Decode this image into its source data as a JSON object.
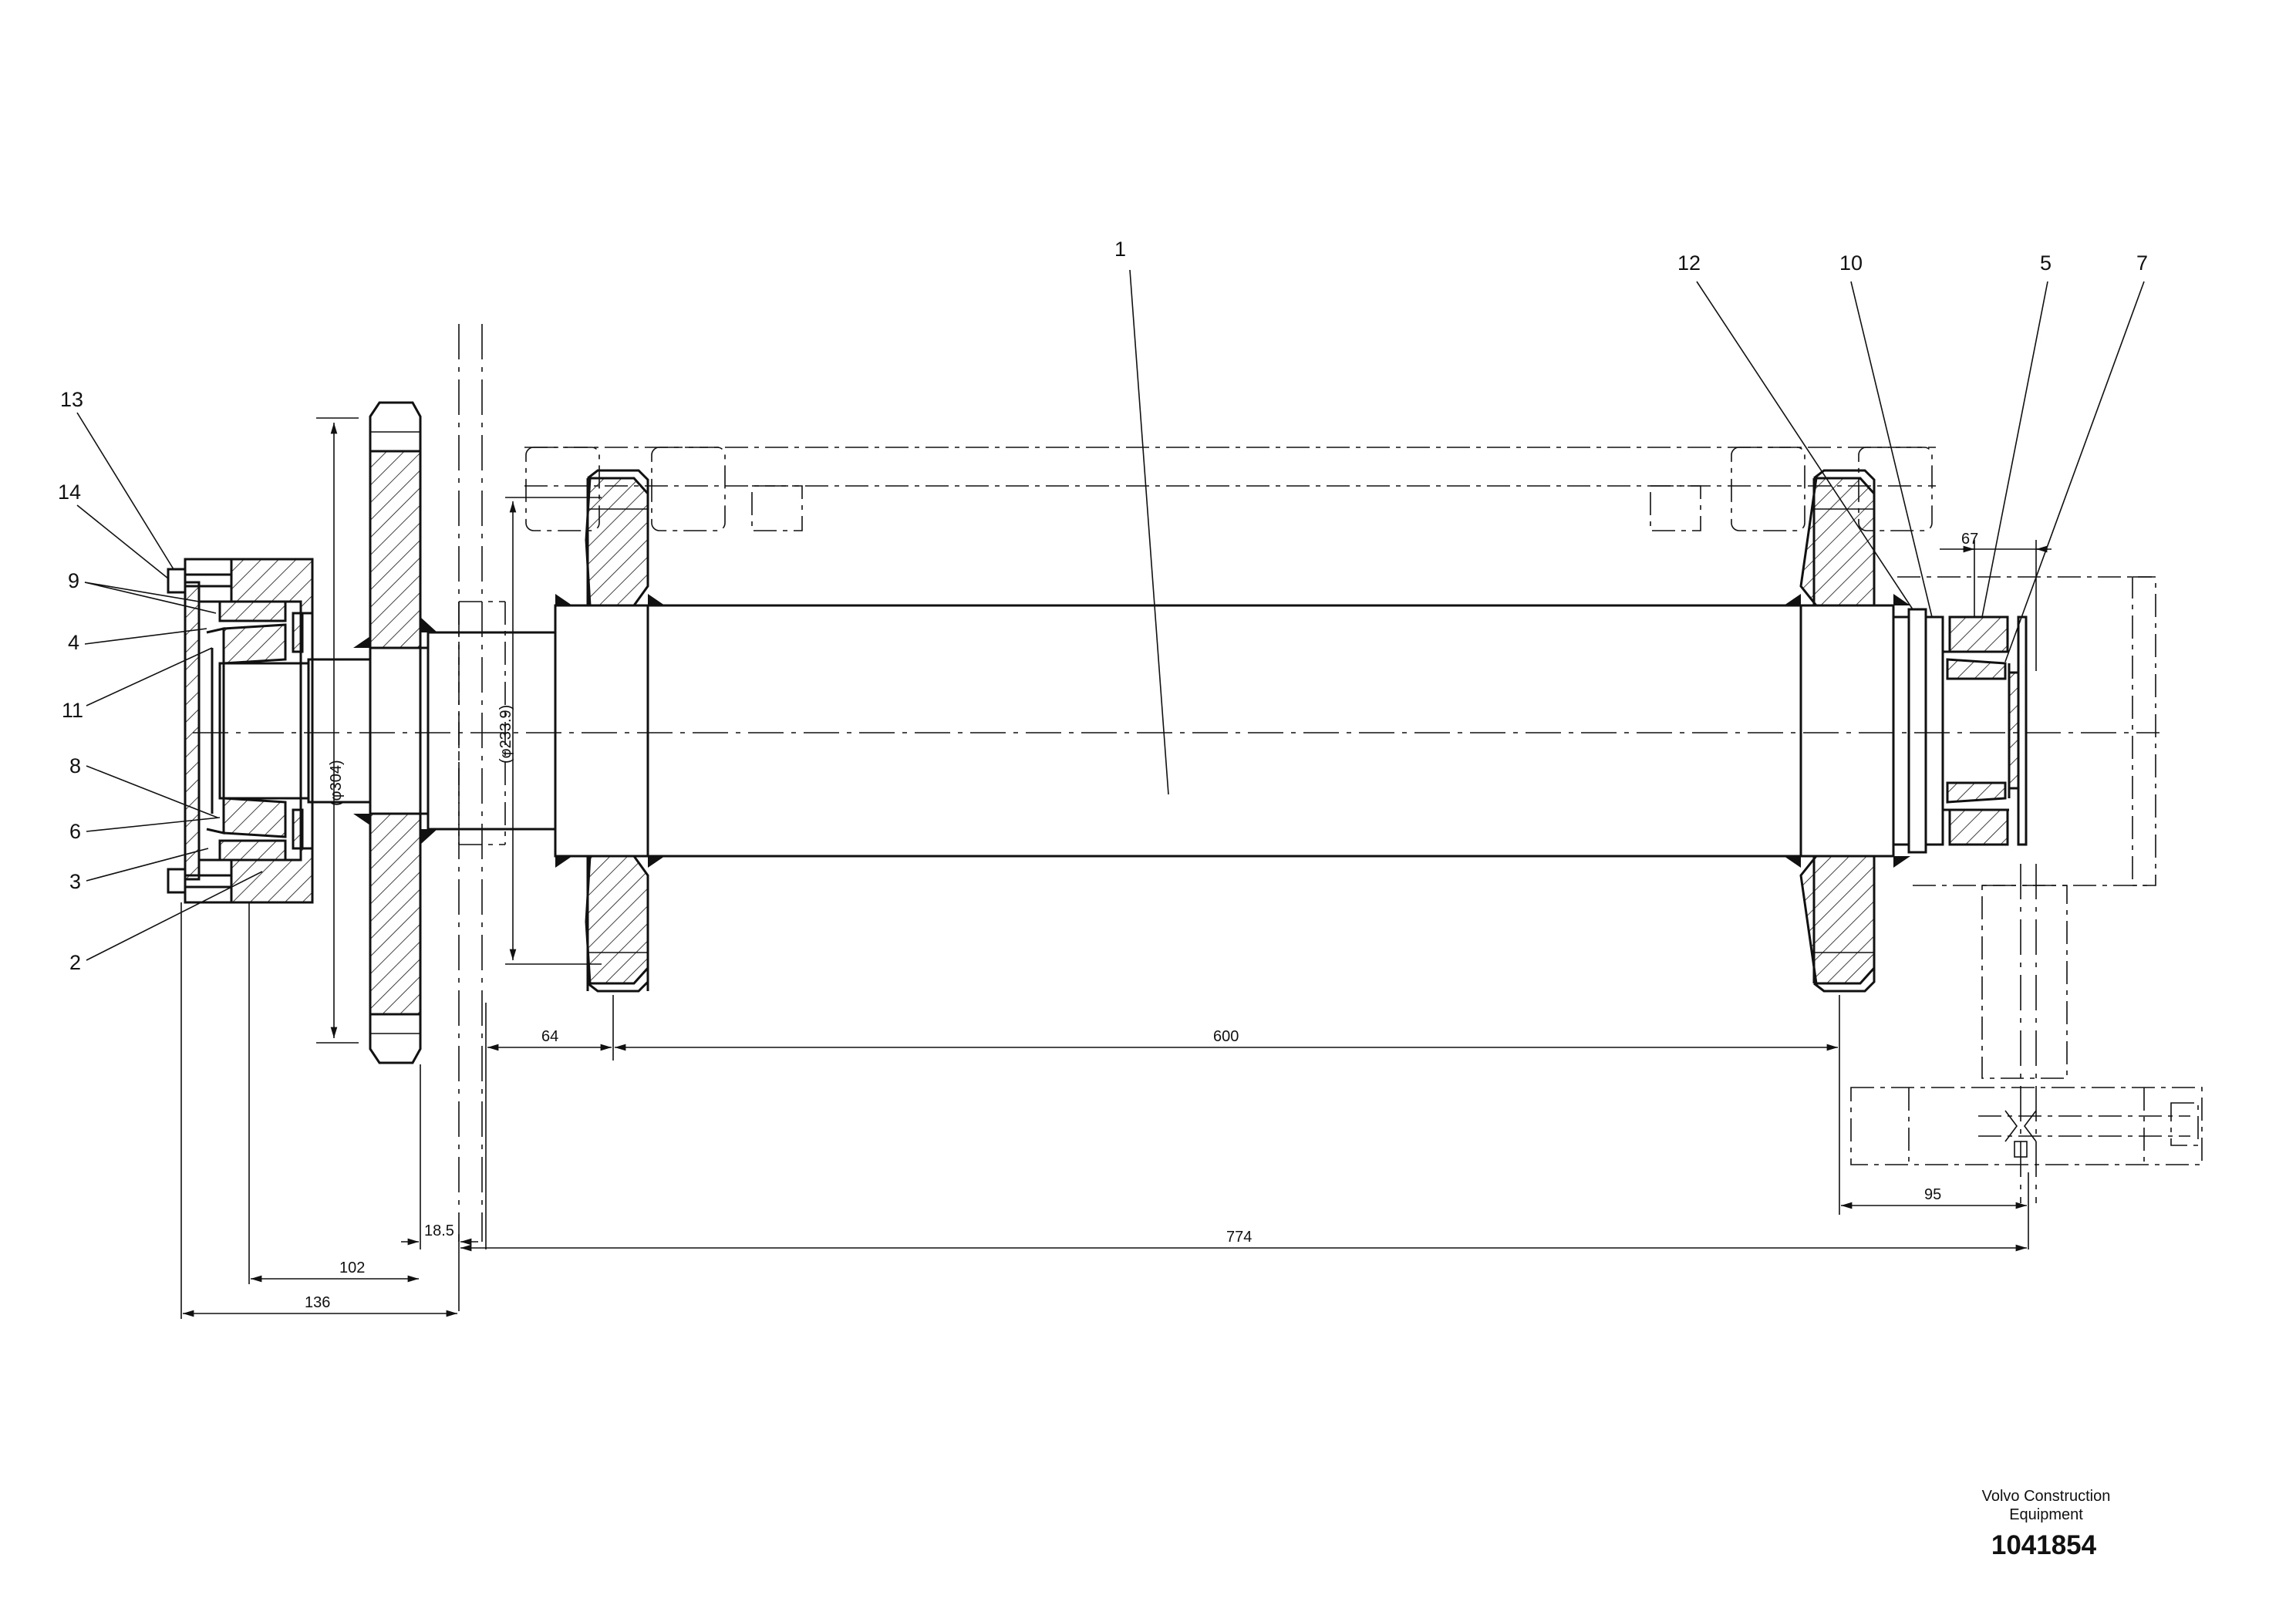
{
  "callouts": [
    "1",
    "2",
    "3",
    "4",
    "5",
    "6",
    "7",
    "8",
    "9",
    "10",
    "11",
    "12",
    "13",
    "14"
  ],
  "dimensions": {
    "d_shaft": "(φ233.9)",
    "d_sprocket": "(φ304)",
    "d67": "67",
    "d64": "64",
    "d600": "600",
    "d95": "95",
    "d185": "18.5",
    "d774": "774",
    "d102": "102",
    "d136": "136"
  },
  "title_block": {
    "company_line1": "Volvo Construction",
    "company_line2": "Equipment",
    "drawing_number": "1041854"
  }
}
